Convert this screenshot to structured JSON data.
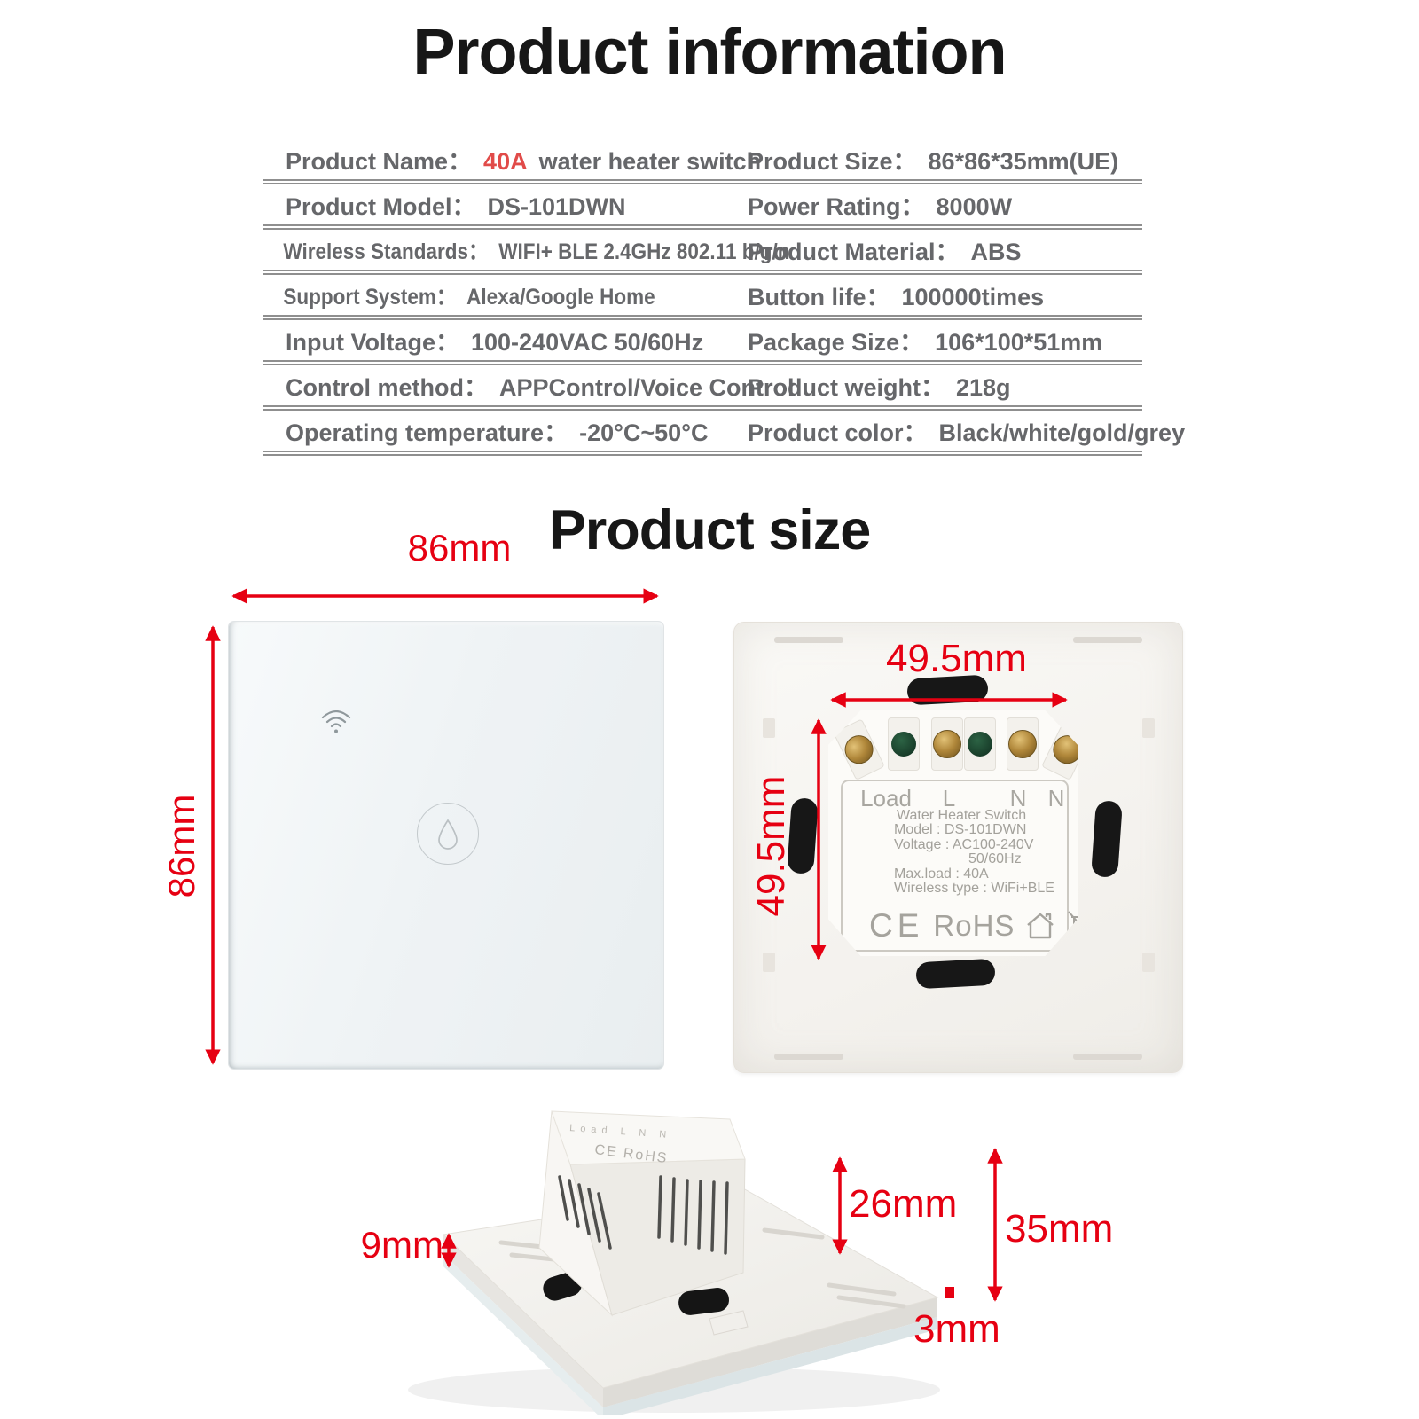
{
  "page": {
    "title": "Product information",
    "size_title": "Product size"
  },
  "colors": {
    "dimension_red": "#e60012",
    "name_red": "#e14b49",
    "text_gray": "#66676a"
  },
  "spec": {
    "rows": [
      {
        "ll": "Product Name：",
        "lh": "40A",
        "lv": "water heater switch",
        "rl": "Product Size：",
        "rv": "86*86*35mm(UE)"
      },
      {
        "ll": "Product Model：",
        "lh": "",
        "lv": "DS-101DWN",
        "rl": "Power Rating：",
        "rv": "8000W"
      },
      {
        "ll": "Wireless Standards：",
        "lh": "",
        "lv": "WIFI+ BLE 2.4GHz 802.11 b/g/n",
        "rl": "Product Material：",
        "rv": "ABS"
      },
      {
        "ll": "Support System：",
        "lh": "",
        "lv": "Alexa/Google Home",
        "rl": "Button life：",
        "rv": "100000times"
      },
      {
        "ll": "Input Voltage：",
        "lh": "",
        "lv": "100-240VAC 50/60Hz",
        "rl": "Package Size：",
        "rv": "106*100*51mm"
      },
      {
        "ll": "Control method：",
        "lh": "",
        "lv": "APPControl/Voice Control",
        "rl": "Product weight：",
        "rv": "218g"
      },
      {
        "ll": "Operating temperature：",
        "lh": "",
        "lv": "-20°C~50°C",
        "rl": "Product color：",
        "rv": "Black/white/gold/grey"
      }
    ]
  },
  "dims": {
    "front_width": "86mm",
    "front_height": "86mm",
    "back_width": "49.5mm",
    "back_height": "49.5mm",
    "glass": "9mm",
    "module": "26mm",
    "total": "35mm",
    "bezel": "3mm"
  },
  "back": {
    "terminals": [
      "Load",
      "L",
      "N",
      "N"
    ],
    "lines": [
      "Water Heater Switch",
      "Model : DS-101DWN",
      "Voltage : AC100-240V",
      "50/60Hz",
      "Max.load : 40A",
      "Wireless type : WiFi+BLE"
    ],
    "ce": "CE",
    "rohs": "RoHS"
  },
  "bottom": {
    "terminals_text": "Load    L    N    N",
    "cert_text": "CE RoHS"
  },
  "icons": {
    "wifi": "wifi-icon",
    "water_drop": "water-drop-icon",
    "house": "house-icon",
    "weee": "crossed-bin-icon"
  }
}
